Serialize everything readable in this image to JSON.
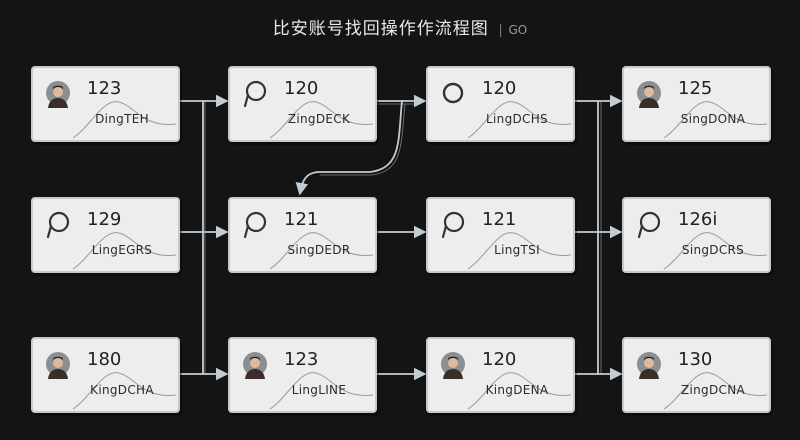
{
  "header": {
    "title": "比安账号找回操作作流程图",
    "separator": "|",
    "tag": "GO"
  },
  "colors": {
    "background": "#141415",
    "node_fill": "#ededed",
    "node_border": "#c9c9c9",
    "connector": "#c2cdd3"
  },
  "nodes": [
    {
      "id": "r0c0",
      "number": "123",
      "label": "DingTEH",
      "icon": "user-avatar-icon"
    },
    {
      "id": "r0c1",
      "number": "120",
      "label": "ZingDECK",
      "icon": "p-circle-icon"
    },
    {
      "id": "r0c2",
      "number": "120",
      "label": "LingDCHS",
      "icon": "ring-icon"
    },
    {
      "id": "r0c3",
      "number": "125",
      "label": "SingDONA",
      "icon": "user-avatar-icon"
    },
    {
      "id": "r1c0",
      "number": "129",
      "label": "LingEGRS",
      "icon": "p-circle-icon"
    },
    {
      "id": "r1c1",
      "number": "121",
      "label": "SingDEDR",
      "icon": "p-circle-icon"
    },
    {
      "id": "r1c2",
      "number": "121",
      "label": "LingTSI",
      "icon": "p-circle-icon"
    },
    {
      "id": "r1c3",
      "number": "126i",
      "label": "SingDCRS",
      "icon": "p-circle-icon"
    },
    {
      "id": "r2c0",
      "number": "180",
      "label": "KingDCHA",
      "icon": "user-avatar-icon"
    },
    {
      "id": "r2c1",
      "number": "123",
      "label": "LingLINE",
      "icon": "user-avatar-icon"
    },
    {
      "id": "r2c2",
      "number": "120",
      "label": "KingDENA",
      "icon": "user-avatar-icon"
    },
    {
      "id": "r2c3",
      "number": "130",
      "label": "ZingDCNA",
      "icon": "user-avatar-icon"
    }
  ]
}
